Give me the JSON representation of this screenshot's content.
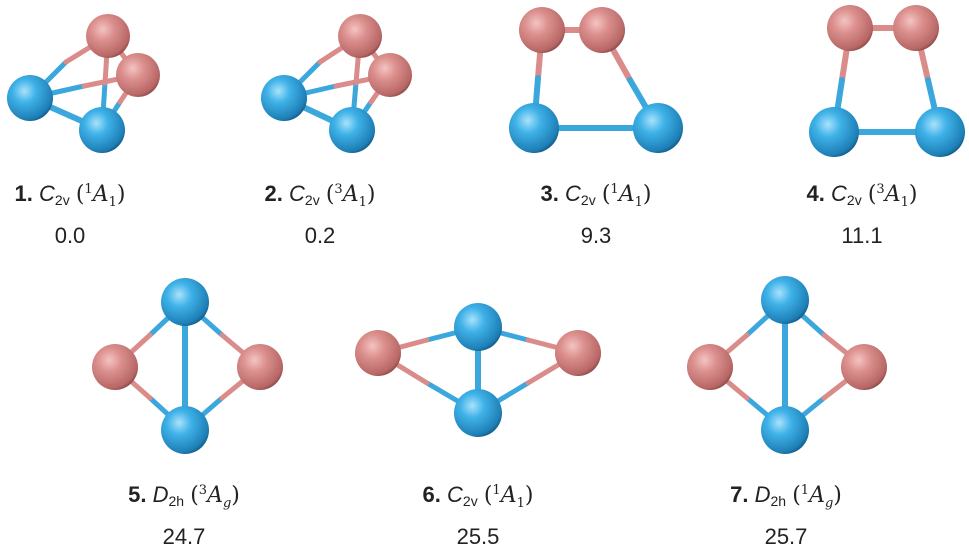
{
  "atom_colors": {
    "blue": "#3ba7dc",
    "pink": "#d98c8a"
  },
  "structures": [
    {
      "number": "1.",
      "group": "C",
      "group_sub": "2v",
      "mult": "1",
      "term": "A",
      "term_sub": "1",
      "term_sub_italic": false,
      "energy": "0.0"
    },
    {
      "number": "2.",
      "group": "C",
      "group_sub": "2v",
      "mult": "3",
      "term": "A",
      "term_sub": "1",
      "term_sub_italic": false,
      "energy": "0.2"
    },
    {
      "number": "3.",
      "group": "C",
      "group_sub": "2v",
      "mult": "1",
      "term": "A",
      "term_sub": "1",
      "term_sub_italic": false,
      "energy": "9.3"
    },
    {
      "number": "4.",
      "group": "C",
      "group_sub": "2v",
      "mult": "3",
      "term": "A",
      "term_sub": "1",
      "term_sub_italic": false,
      "energy": "11.1"
    },
    {
      "number": "5.",
      "group": "D",
      "group_sub": "2h",
      "mult": "3",
      "term": "A",
      "term_sub": "g",
      "term_sub_italic": true,
      "energy": "24.7"
    },
    {
      "number": "6.",
      "group": "C",
      "group_sub": "2v",
      "mult": "1",
      "term": "A",
      "term_sub": "1",
      "term_sub_italic": false,
      "energy": "25.5"
    },
    {
      "number": "7.",
      "group": "D",
      "group_sub": "2h",
      "mult": "1",
      "term": "A",
      "term_sub": "g",
      "term_sub_italic": true,
      "energy": "25.7"
    }
  ]
}
